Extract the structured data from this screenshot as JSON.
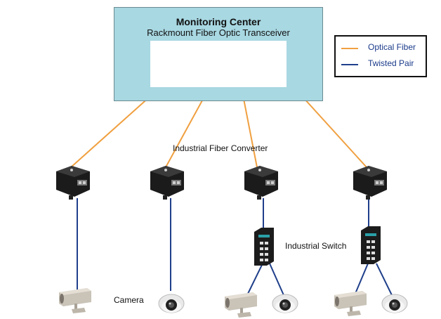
{
  "monitoring_center": {
    "title": "Monitoring Center",
    "subtitle": "Rackmount Fiber Optic Transceiver"
  },
  "legend": {
    "items": [
      {
        "label": "Optical Fiber",
        "color": "#f0a040"
      },
      {
        "label": "Twisted Pair",
        "color": "#1f3f8a"
      }
    ]
  },
  "labels": {
    "fiber_converter": "Industrial Fiber Converter",
    "industrial_switch": "Industrial Switch",
    "camera": "Camera"
  },
  "colors": {
    "fiber": "#f0a040",
    "twisted_pair": "#1f3f8a",
    "panel_background": "#a8d8e2"
  },
  "icons": [
    "rackmount-transceiver-icon",
    "fiber-converter-icon",
    "industrial-switch-icon",
    "bullet-camera-icon",
    "dome-camera-icon"
  ]
}
